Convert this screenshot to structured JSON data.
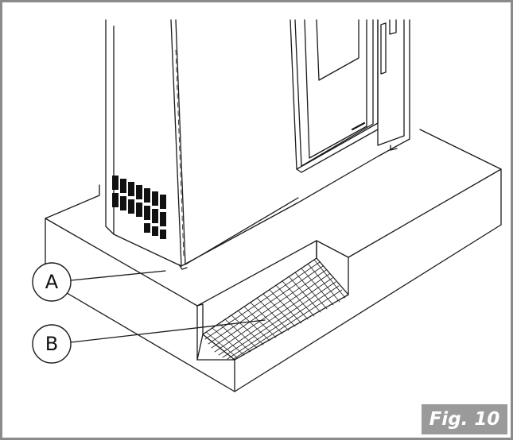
{
  "figure": {
    "caption": "Fig. 10",
    "callouts": [
      {
        "id": "A",
        "label": "A"
      },
      {
        "id": "B",
        "label": "B"
      }
    ],
    "colors": {
      "frame": "#8a8a8a",
      "caption_bg": "#9a9a9a",
      "line": "#1a1a1a",
      "vent": "#111111"
    }
  }
}
